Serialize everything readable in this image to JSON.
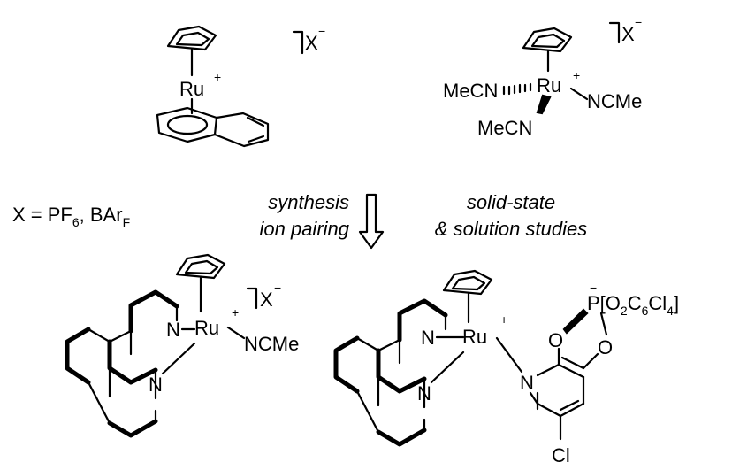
{
  "caption": {
    "x_def_prefix": "X = PF",
    "x_def_sub1": "6",
    "x_def_mid": ", BAr",
    "x_def_sub2": "F",
    "left_line1": "synthesis",
    "left_line2": "ion pairing",
    "right_line1": "solid-state",
    "right_line2": "& solution studies"
  },
  "complex1": {
    "metal": "Ru",
    "charge": "+",
    "counterion": "X",
    "counterion_charge": "−"
  },
  "complex2": {
    "metal": "Ru",
    "charge": "+",
    "counterion": "X",
    "counterion_charge": "−",
    "ligand_left": "MeCN",
    "ligand_right": "NCMe",
    "ligand_bottom": "MeCN"
  },
  "complex3": {
    "metal": "Ru",
    "charge": "+",
    "counterion": "X",
    "counterion_charge": "−",
    "n1": "N",
    "n2": "N",
    "ligand_right": "NCMe"
  },
  "complex4": {
    "metal": "Ru",
    "charge": "+",
    "n1": "N",
    "n2": "N",
    "n3": "N",
    "o1": "O",
    "o2": "O",
    "p_group_prefix": "P[O",
    "p_sub1": "2",
    "p_mid": "C",
    "p_sub2": "6",
    "p_mid2": "Cl",
    "p_sub3": "4",
    "p_close": "]",
    "p_charge": "−",
    "cl": "Cl"
  }
}
